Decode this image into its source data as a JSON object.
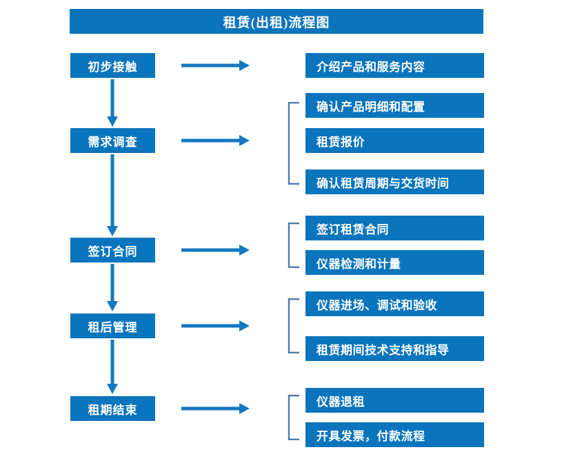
{
  "diagram": {
    "title": "租赁(出租)流程图",
    "colors": {
      "node_fill": "#0a74bd",
      "node_text": "#ffffff",
      "arrow": "#1378c0",
      "bracket": "#4a7ab0",
      "background": "#ffffff"
    },
    "stages": [
      {
        "id": "stage-1",
        "label": "初步接触"
      },
      {
        "id": "stage-2",
        "label": "需求调查"
      },
      {
        "id": "stage-3",
        "label": "签订合同"
      },
      {
        "id": "stage-4",
        "label": "租后管理"
      },
      {
        "id": "stage-5",
        "label": "租期结束"
      }
    ],
    "details": [
      {
        "id": "detail-1",
        "label": "介绍产品和服务内容"
      },
      {
        "id": "detail-2",
        "label": "确认产品明细和配置"
      },
      {
        "id": "detail-3",
        "label": "租赁报价"
      },
      {
        "id": "detail-4",
        "label": "确认租赁周期与交货时间"
      },
      {
        "id": "detail-5",
        "label": "签订租赁合同"
      },
      {
        "id": "detail-6",
        "label": "仪器检测和计量"
      },
      {
        "id": "detail-7",
        "label": "仪器进场、调试和验收"
      },
      {
        "id": "detail-8",
        "label": "租赁期间技术支持和指导"
      },
      {
        "id": "detail-9",
        "label": "仪器退租"
      },
      {
        "id": "detail-10",
        "label": "开具发票，付款流程"
      }
    ],
    "groups": [
      {
        "id": "group-1",
        "stage": "需求调查",
        "members": [
          "确认产品明细和配置",
          "租赁报价",
          "确认租赁周期与交货时间"
        ]
      },
      {
        "id": "group-2",
        "stage": "签订合同",
        "members": [
          "签订租赁合同",
          "仪器检测和计量"
        ]
      },
      {
        "id": "group-3",
        "stage": "租后管理",
        "members": [
          "仪器进场、调试和验收",
          "租赁期间技术支持和指导"
        ]
      },
      {
        "id": "group-4",
        "stage": "租期结束",
        "members": [
          "仪器退租",
          "开具发票，付款流程"
        ]
      }
    ]
  }
}
